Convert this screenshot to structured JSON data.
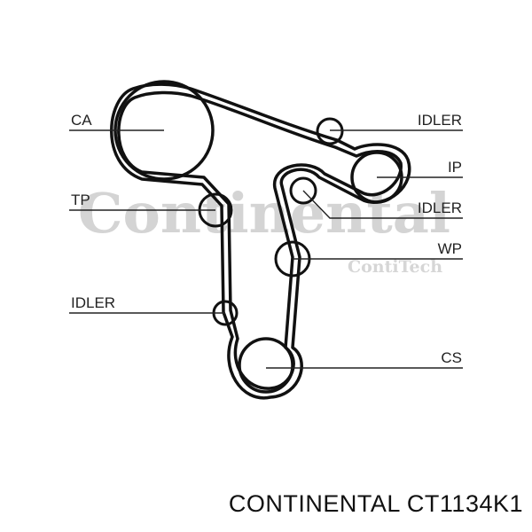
{
  "watermark": {
    "brand": "Continental",
    "sub_brand": "ContiTech"
  },
  "labels": {
    "ca": "CA",
    "idler_top": "IDLER",
    "ip": "IP",
    "tp": "TP",
    "idler_middle": "IDLER",
    "wp": "WP",
    "idler_left": "IDLER",
    "cs": "CS"
  },
  "caption": "CONTINENTAL CT1134K1",
  "colors": {
    "belt": "#111111",
    "line": "#222222",
    "watermark": "#d4d4d4"
  }
}
